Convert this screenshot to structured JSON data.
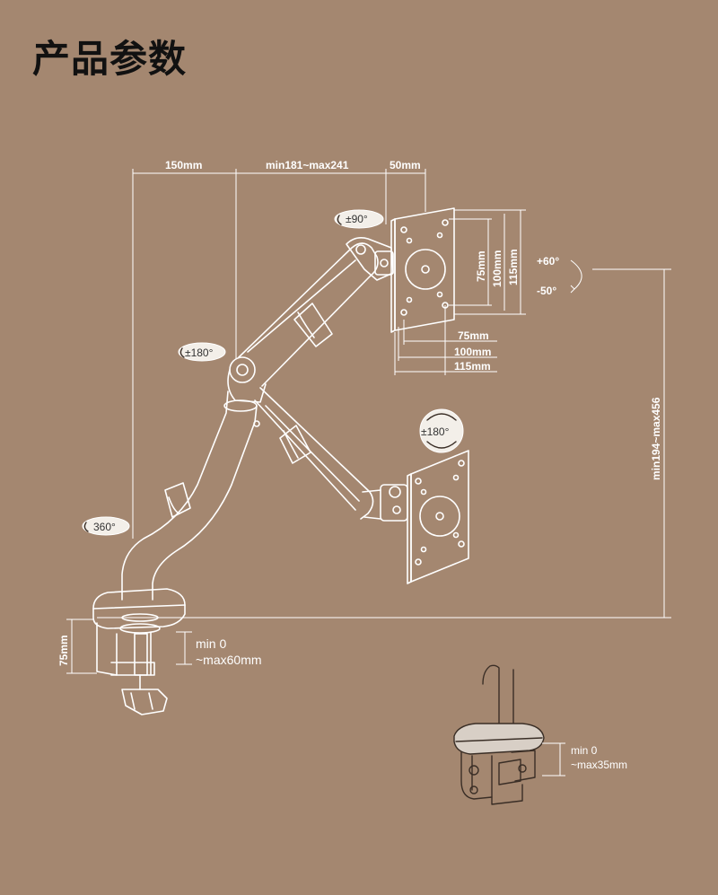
{
  "title": "产品参数",
  "dimensions": {
    "top_150": "150mm",
    "top_range": "min181~max241",
    "top_50": "50mm",
    "vesa_75_v": "75mm",
    "vesa_100_v": "100mm",
    "vesa_115_v": "115mm",
    "vesa_75_h": "75mm",
    "vesa_100_h": "100mm",
    "vesa_115_h": "115mm",
    "height_range": "min194~max456",
    "clamp_75": "75mm",
    "clamp_min": "min 0",
    "clamp_max": "~max60mm",
    "grommet_min": "min 0",
    "grommet_max": "~max35mm"
  },
  "rotations": {
    "head_tilt": "±90°",
    "elbow_top": "±180°",
    "elbow_bottom": "±180°",
    "base": "360°",
    "tilt_up": "+60°",
    "tilt_down": "-50°"
  }
}
